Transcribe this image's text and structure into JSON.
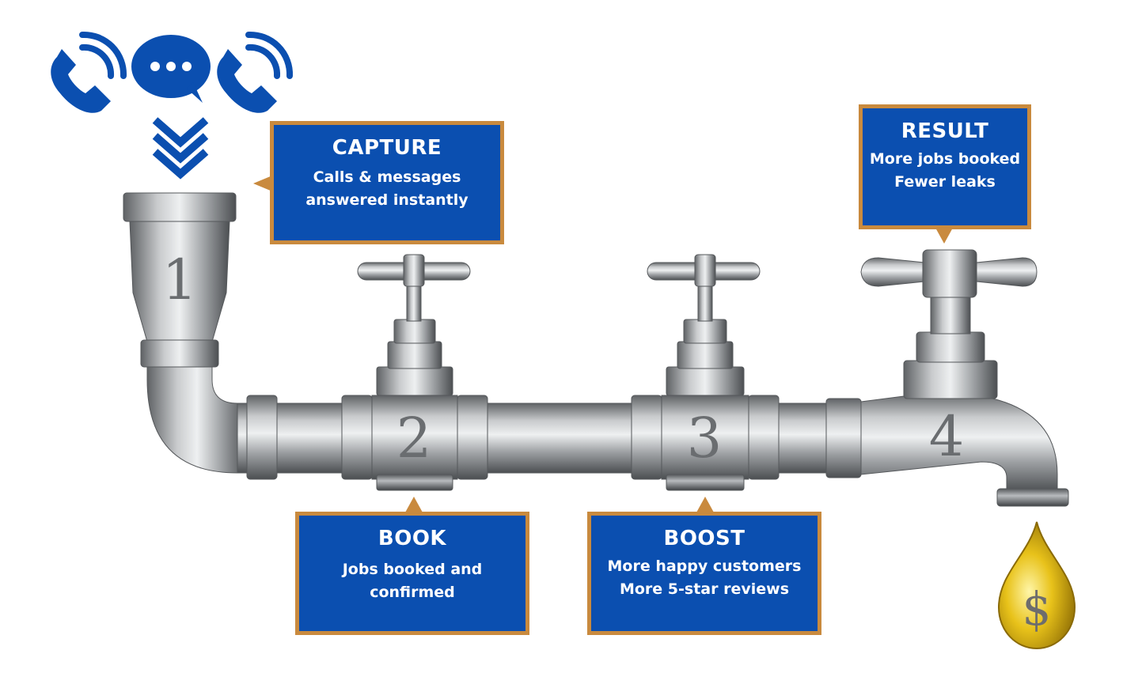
{
  "stages": [
    {
      "number": "1",
      "title": "CAPTURE",
      "lines": [
        "Calls & messages",
        "answered instantly"
      ]
    },
    {
      "number": "2",
      "title": "BOOK",
      "lines": [
        "Jobs booked and",
        "confirmed"
      ]
    },
    {
      "number": "3",
      "title": "BOOST",
      "lines": [
        "More happy customers",
        "More 5-star reviews"
      ]
    },
    {
      "number": "4",
      "title": "RESULT",
      "lines": [
        "More jobs booked",
        "Fewer leaks"
      ]
    }
  ],
  "drop_symbol": "$",
  "input_icons": [
    "phone-call-icon",
    "chat-bubble-icon",
    "phone-call-icon"
  ],
  "colors": {
    "callout_fill": "#0b4fb0",
    "callout_border": "#c98a3e",
    "icon_blue": "#0b4fb0",
    "pipe": "#9a9da0",
    "drop_gold": "#e8c21a"
  }
}
